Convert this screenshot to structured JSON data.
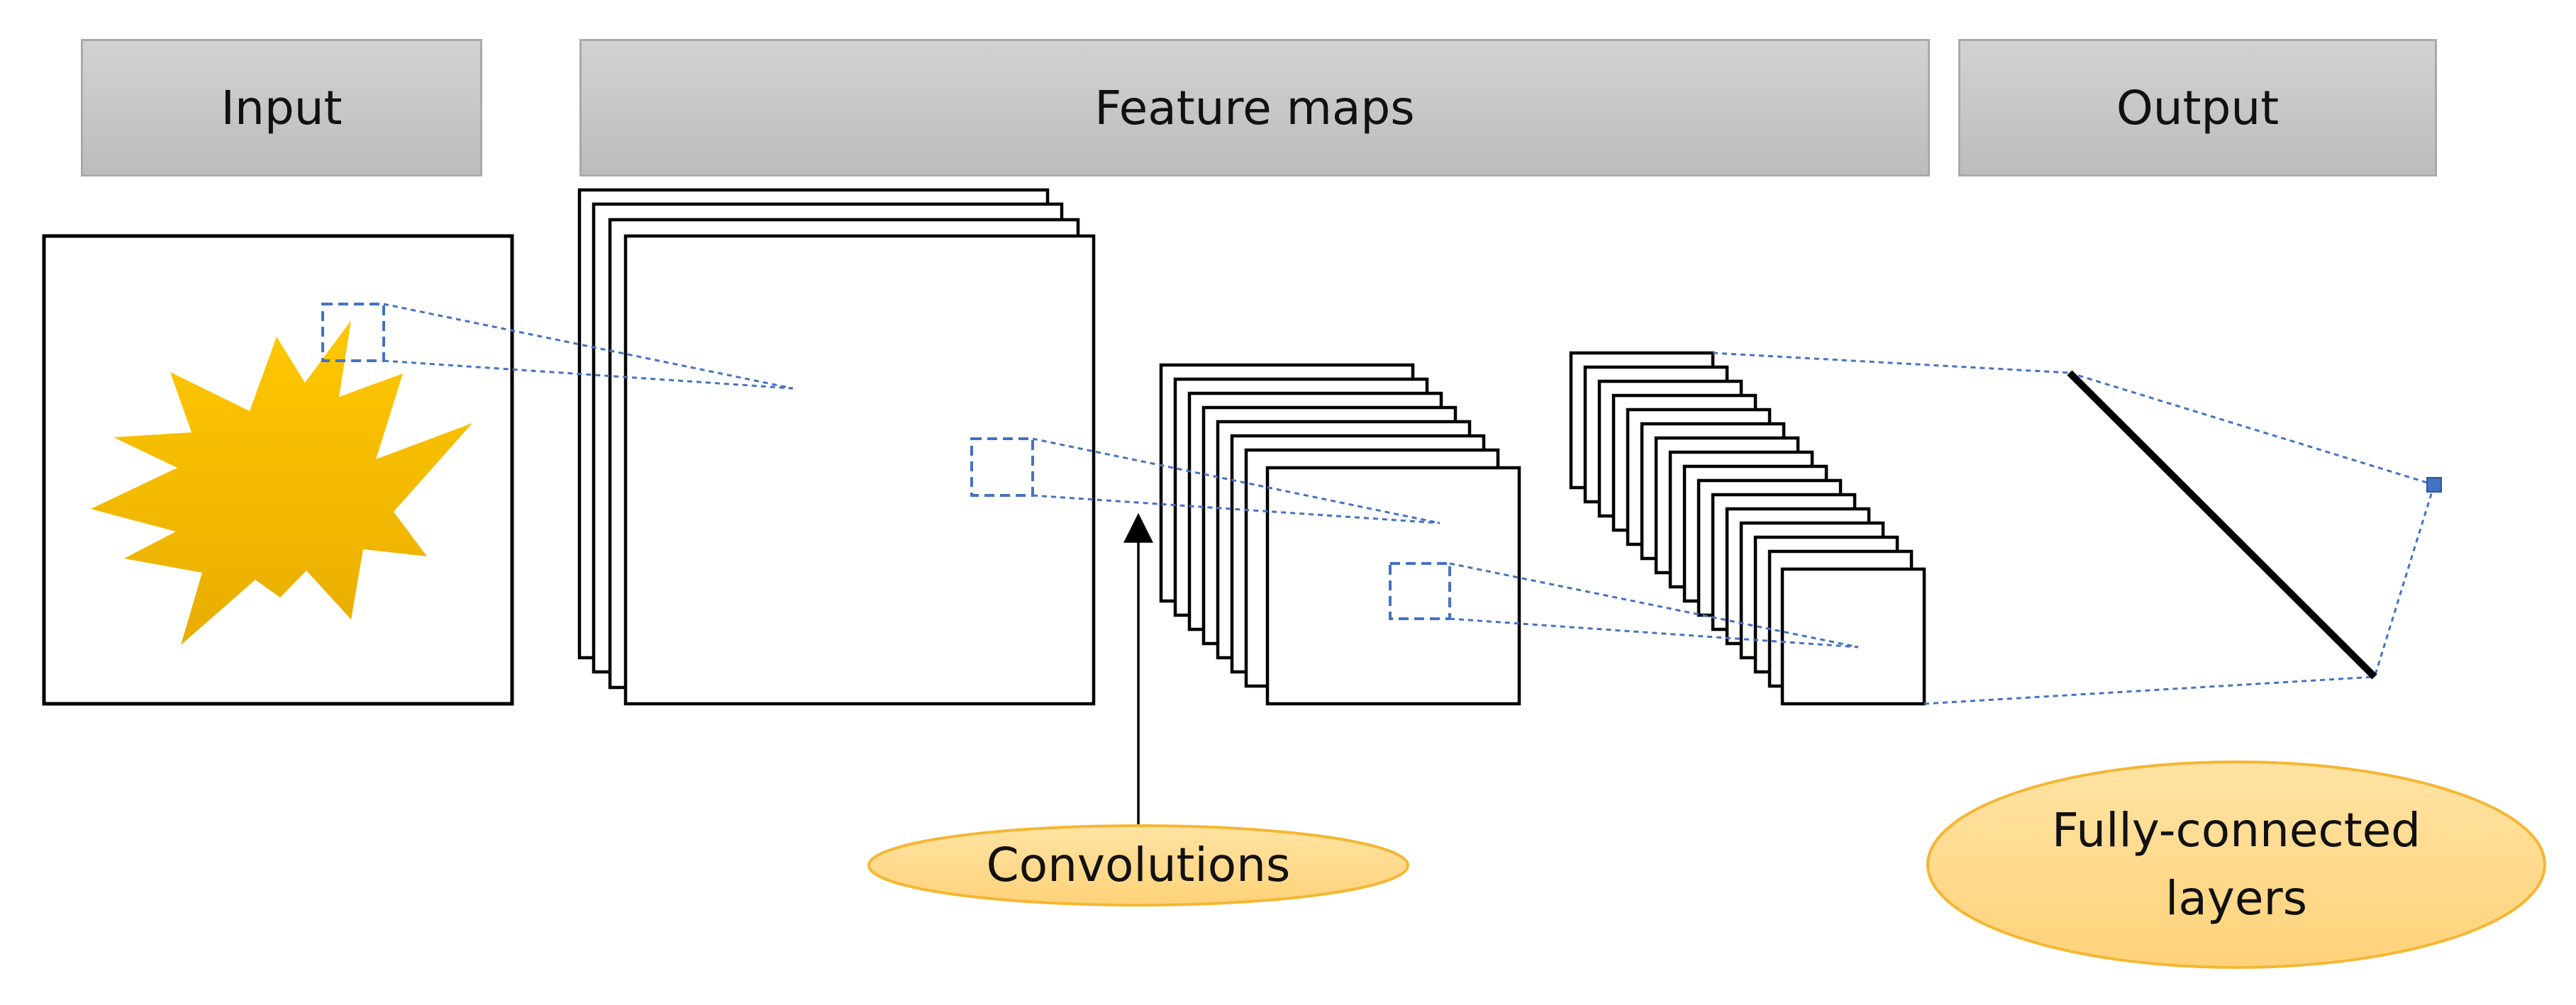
{
  "headers": {
    "input": "Input",
    "feature_maps": "Feature maps",
    "output": "Output"
  },
  "callouts": {
    "convolutions": "Convolutions",
    "fully_connected_line1": "Fully-connected",
    "fully_connected_line2": "layers"
  },
  "colors": {
    "header_fill": "#c9c9c9",
    "header_border": "#a9a9a9",
    "callout_fill": "#ffd98a",
    "callout_border": "#f5b632",
    "starburst": "#ffc000",
    "receptive_field": "#4472c4",
    "outline": "#000000"
  }
}
